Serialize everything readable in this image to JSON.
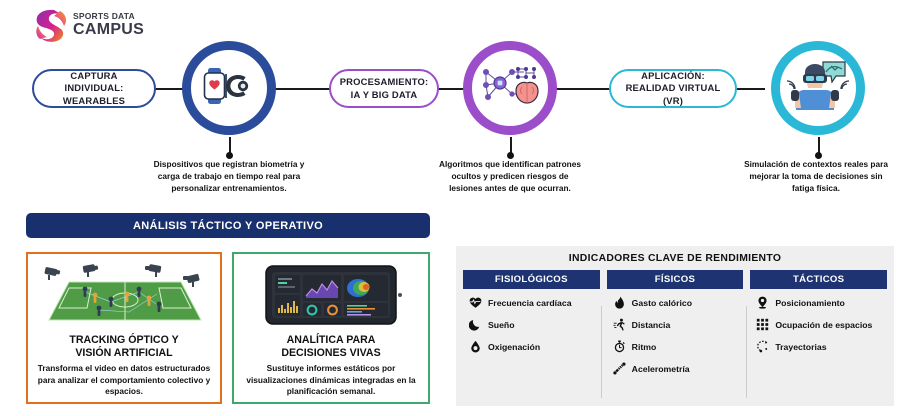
{
  "logo": {
    "line1": "SPORTS DATA",
    "line2": "CAMPUS",
    "colors": {
      "magenta": "#d6218f",
      "orange": "#f08a1e",
      "purple": "#8e2ea8"
    }
  },
  "flow": {
    "steps": [
      {
        "pill_line1": "CAPTURA INDIVIDUAL:",
        "pill_line2": "WEARABLES",
        "color": "#2b4b9b",
        "icon": "smartwatch-and-fitness-band-icon",
        "caption": "Dispositivos que registran biometría y carga de trabajo en tiempo real para personalizar entrenamientos."
      },
      {
        "pill_line1": "PROCESAMIENTO:",
        "pill_line2": "IA Y BIG DATA",
        "color": "#9b4dca",
        "icon": "neural-network-and-brain-icon",
        "caption": "Algoritmos que identifican patrones ocultos y predicen riesgos de lesiones antes de que ocurran."
      },
      {
        "pill_line1": "APLICACIÓN:",
        "pill_line2": "REALIDAD VIRTUAL (VR)",
        "color": "#2bb8d6",
        "icon": "vr-headset-user-icon",
        "caption": "Simulación de contextos reales para mejorar la toma de decisiones sin fatiga física."
      }
    ]
  },
  "section": {
    "banner_title": "ANÁLISIS TÁCTICO Y OPERATIVO",
    "banner_color": "#18306e",
    "cards": [
      {
        "title_line1": "TRACKING ÓPTICO Y",
        "title_line2": "VISIÓN ARTIFICIAL",
        "body": "Transforma el video en datos estructurados para analizar el comportamiento colectivo y espacios.",
        "border_color": "#e2711d",
        "art": "soccer-pitch-with-cameras-illustration"
      },
      {
        "title_line1": "ANALÍTICA PARA",
        "title_line2": "DECISIONES VIVAS",
        "body": "Sustituye informes estáticos por visualizaciones dinámicas integradas en la planificación semanal.",
        "border_color": "#3fa96a",
        "art": "tablet-dashboard-illustration"
      }
    ]
  },
  "kpi": {
    "title": "INDICADORES CLAVE DE RENDIMIENTO",
    "header_color": "#1e3372",
    "columns": [
      {
        "header": "FISIOLÓGICOS",
        "items": [
          {
            "label": "Frecuencia cardíaca",
            "icon": "heart-pulse-icon"
          },
          {
            "label": "Sueño",
            "icon": "moon-icon"
          },
          {
            "label": "Oxigenación",
            "icon": "blood-drop-icon"
          }
        ]
      },
      {
        "header": "FÍSICOS",
        "items": [
          {
            "label": "Gasto calórico",
            "icon": "flame-icon"
          },
          {
            "label": "Distancia",
            "icon": "running-person-icon"
          },
          {
            "label": "Ritmo",
            "icon": "stopwatch-icon"
          },
          {
            "label": "Acelerometría",
            "icon": "spring-coil-icon"
          }
        ]
      },
      {
        "header": "TÁCTICOS",
        "items": [
          {
            "label": "Posicionamiento",
            "icon": "map-pin-icon"
          },
          {
            "label": "Ocupación de espacios",
            "icon": "grid-icon"
          },
          {
            "label": "Trayectorias",
            "icon": "path-trajectory-icon"
          }
        ]
      }
    ]
  }
}
